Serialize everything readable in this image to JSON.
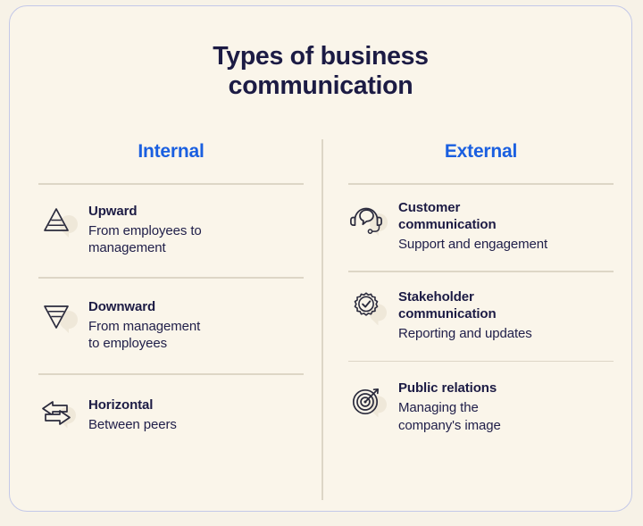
{
  "card": {
    "background": "#faf5ea",
    "border_color": "#c3c8e8",
    "page_background": "#f7f2e7"
  },
  "title": {
    "line1": "Types of business",
    "line2": "communication",
    "color": "#1c1b44"
  },
  "accent_color": "#1a5fe0",
  "rule_color": "#ddd6c6",
  "columns": [
    {
      "heading": "Internal",
      "items": [
        {
          "icon": "pyramid-up-icon",
          "title": "Upward",
          "desc_line1": "From employees to",
          "desc_line2": "management"
        },
        {
          "icon": "pyramid-down-icon",
          "title": "Downward",
          "desc_line1": "From management",
          "desc_line2": "to employees"
        },
        {
          "icon": "horizontal-arrows-icon",
          "title": "Horizontal",
          "desc_line1": "Between peers",
          "desc_line2": ""
        }
      ]
    },
    {
      "heading": "External",
      "items": [
        {
          "icon": "headset-chat-icon",
          "title_line1": "Customer",
          "title_line2": "communication",
          "desc_line1": "Support and engagement",
          "desc_line2": ""
        },
        {
          "icon": "badge-check-icon",
          "title_line1": "Stakeholder",
          "title_line2": "communication",
          "desc_line1": "Reporting and updates",
          "desc_line2": ""
        },
        {
          "icon": "target-arrow-icon",
          "title_line1": "Public relations",
          "title_line2": "",
          "desc_line1": "Managing the",
          "desc_line2": "company's image"
        }
      ]
    }
  ]
}
